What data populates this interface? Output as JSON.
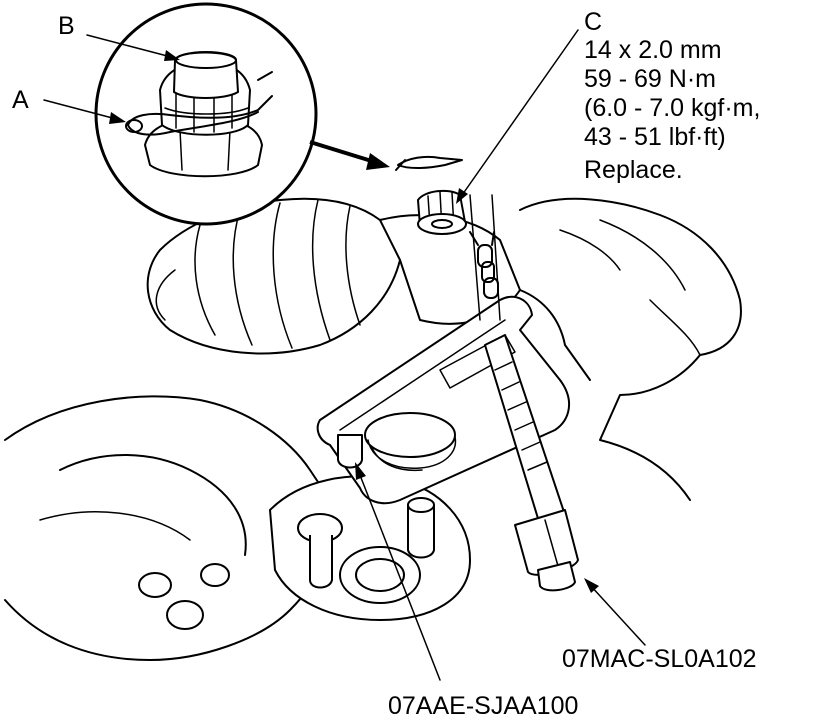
{
  "callouts": {
    "a": "A",
    "b": "B",
    "c": "C"
  },
  "spec": {
    "line1": "14 x 2.0 mm",
    "line2": "59 - 69 N·m",
    "line3": "(6.0 - 7.0 kgf·m,",
    "line4": "43 - 51 lbf·ft)",
    "line5": "Replace."
  },
  "tools": {
    "puller": "07MAC-SL0A102",
    "adapter": "07AAE-SJAA100"
  }
}
